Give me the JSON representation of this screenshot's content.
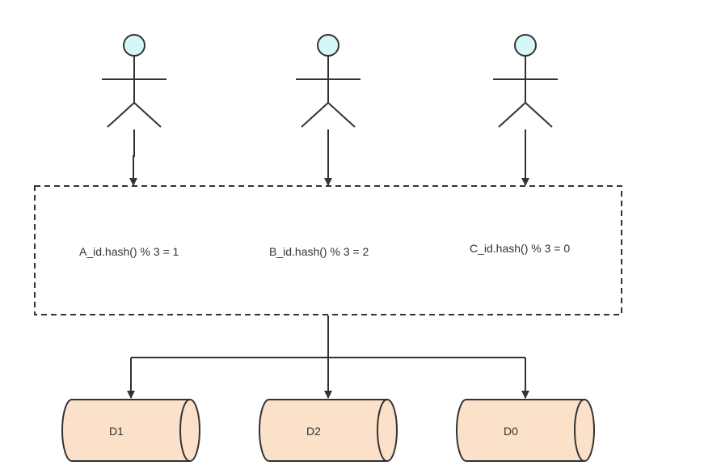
{
  "hash_expressions": [
    "A_id.hash() % 3 = 1",
    "B_id.hash() % 3 = 2",
    "C_id.hash() % 3 = 0"
  ],
  "databases": [
    "D1",
    "D2",
    "D0"
  ],
  "colors": {
    "actor_head": "#d4f7f7",
    "cylinder_fill": "#fbe1c9",
    "stroke": "#333333",
    "background": "#ffffff"
  }
}
